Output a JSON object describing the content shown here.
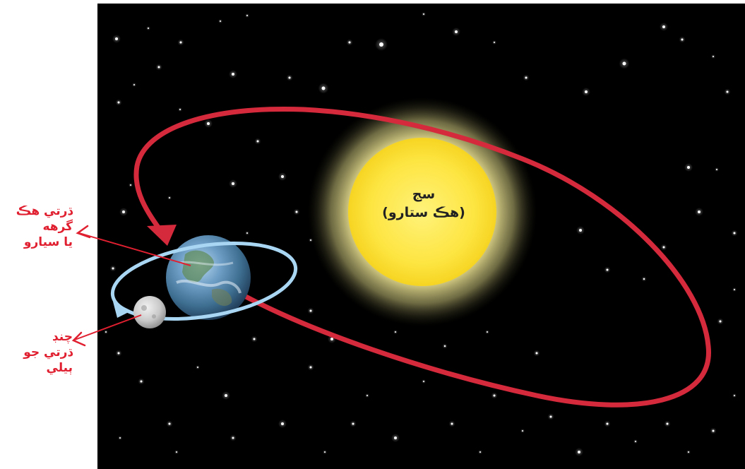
{
  "labels": {
    "sun": {
      "line1": "سج",
      "line2": "(هڪ ستارو)"
    },
    "earth": {
      "line1": "ڌرتي هڪ",
      "line2": "گرهه",
      "line3": "يا سيارو"
    },
    "moon": {
      "line1": "چنڊ",
      "line2": "ڌرتي جو",
      "line3": "ٻيلي"
    }
  },
  "colors": {
    "background": "#000000",
    "orbit_earth": "#d42a3c",
    "orbit_moon": "#a9d6f2",
    "label_text": "#e02030",
    "sun_core": "#fce23a"
  },
  "icons": {
    "sun": "sun-icon",
    "earth": "earth-icon",
    "moon": "moon-icon"
  }
}
